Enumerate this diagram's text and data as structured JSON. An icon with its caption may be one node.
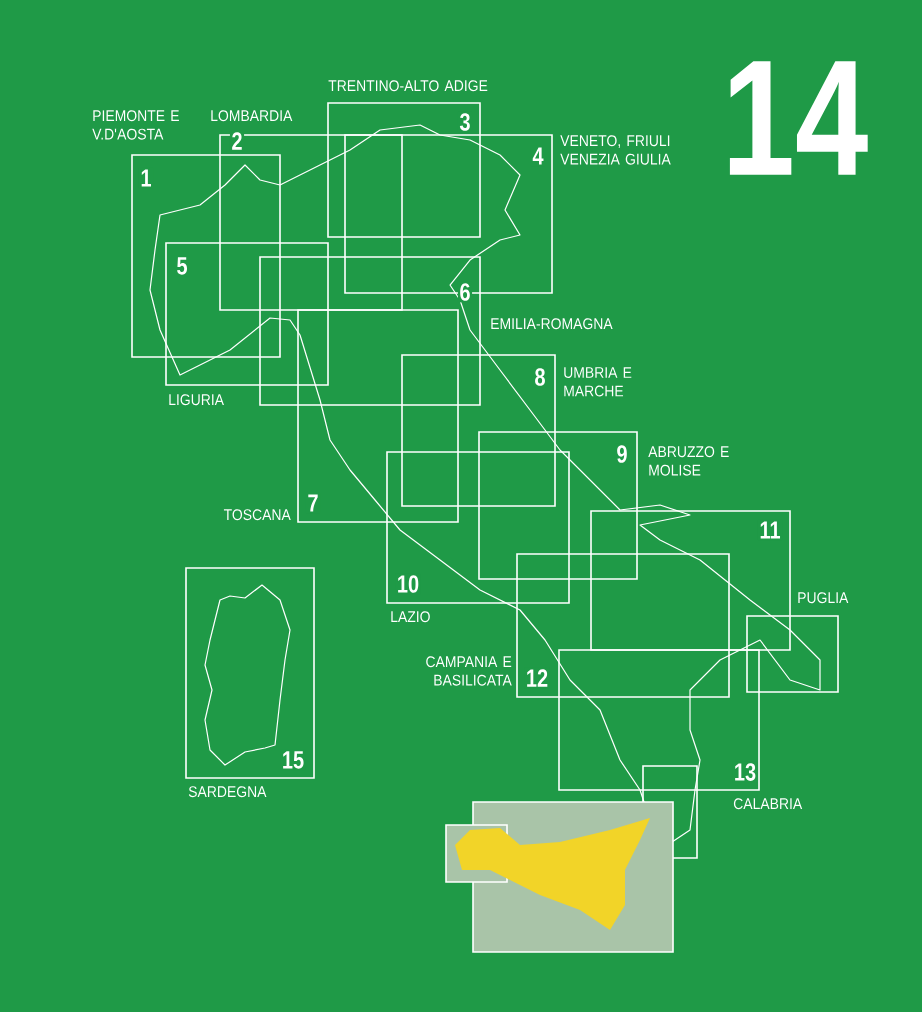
{
  "diagram": {
    "nodes": [
      {
        "text": [
          "1"
        ]
      },
      {
        "text": [
          "2"
        ]
      },
      {
        "text": [
          "3"
        ]
      },
      {
        "text": [
          "4"
        ]
      },
      {
        "text": [
          "5"
        ]
      },
      {
        "text": [
          "6"
        ]
      },
      {
        "text": [
          "7"
        ]
      },
      {
        "text": [
          "8"
        ]
      },
      {
        "text": [
          "9"
        ]
      },
      {
        "text": [
          "10"
        ]
      },
      {
        "text": [
          "11"
        ]
      },
      {
        "text": [
          "12"
        ]
      },
      {
        "text": [
          "13"
        ]
      },
      {
        "text": [],
        "shape": "box"
      },
      {
        "text": [],
        "shape": "box"
      },
      {
        "text": [],
        "shape": "box"
      },
      {
        "text": [],
        "shape": "box"
      },
      {
        "text": [
          "15"
        ]
      }
    ],
    "labels": [
      "TRENTINO-ALTO ADIGE",
      "14",
      "PIEMONTE E V.D'AOSTA",
      "LOMBARDIA",
      "VENETO, FRIULI VENEZIA GIULIA",
      "EMILIA-ROMAGNA",
      "UMBRIA E MARCHE",
      "LIGURIA",
      "ABRUZZO E MOLISE",
      "TOSCANA",
      "PUGLIA",
      "LAZIO",
      "CAMPANIA E BASILICATA",
      "SARDEGNA",
      "CALABRIA"
    ]
  }
}
